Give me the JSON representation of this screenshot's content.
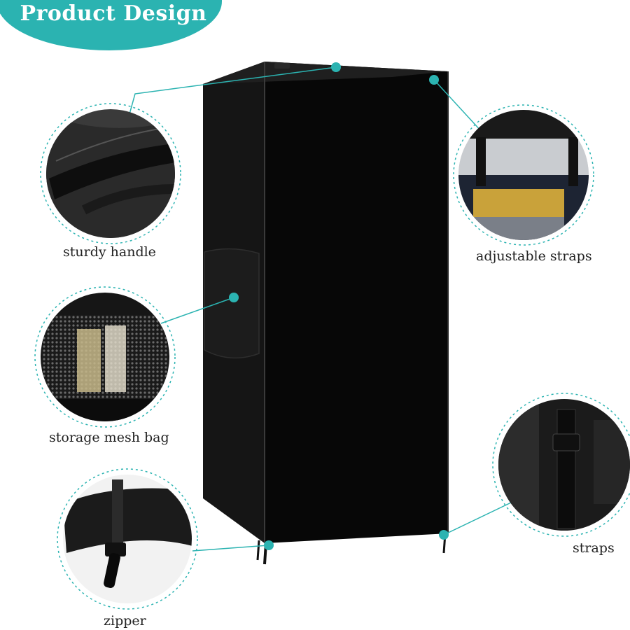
{
  "header": {
    "title": "Product Design"
  },
  "accent_color": "#2bb3b1",
  "product": {
    "color": "#0c0c0c",
    "name": ""
  },
  "callouts": [
    {
      "id": "handle",
      "label": "sturdy handle"
    },
    {
      "id": "straps_top",
      "label": "adjustable straps"
    },
    {
      "id": "mesh",
      "label": "storage mesh bag"
    },
    {
      "id": "zipper",
      "label": "zipper"
    },
    {
      "id": "straps_bottom",
      "label": "straps"
    }
  ]
}
